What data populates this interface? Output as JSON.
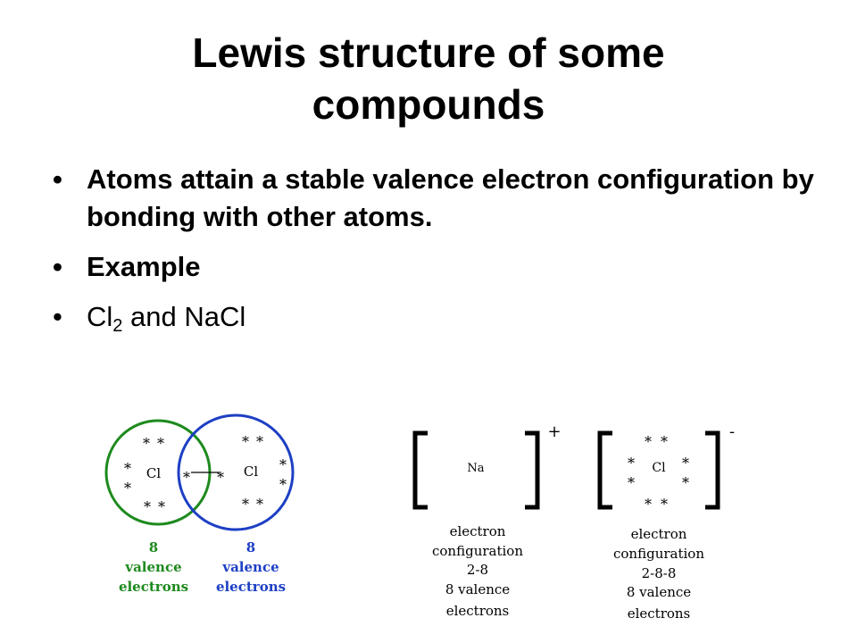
{
  "slide": {
    "title_line1": "Lewis structure of some",
    "title_line2": "compounds",
    "bullets": [
      {
        "text": "Atoms attain a stable valence electron configuration by bonding with other atoms."
      },
      {
        "text": "Example"
      },
      {
        "main": "Cl",
        "sub": "2",
        "rest": " and NaCl"
      }
    ],
    "bullet_symbol": "•"
  },
  "diagram": {
    "cl2": {
      "left_atom": "Cl",
      "right_atom": "Cl",
      "left_count": "8",
      "left_valence": "valence",
      "left_electrons": "electrons",
      "right_count": "8",
      "right_valence": "valence",
      "right_electrons": "electrons",
      "left_color": "#1d8a1d",
      "right_color": "#1d3fc4"
    },
    "nacl": {
      "na_symbol": "Na",
      "na_charge": "+",
      "na_caption": [
        "electron",
        "configuration",
        "2-8",
        "8 valence",
        "electrons"
      ],
      "cl_symbol": "Cl",
      "cl_charge": "-",
      "cl_caption": [
        "electron",
        "configuration",
        "2-8-8",
        "8 valence",
        "electrons"
      ]
    },
    "electron_mark": "*"
  }
}
